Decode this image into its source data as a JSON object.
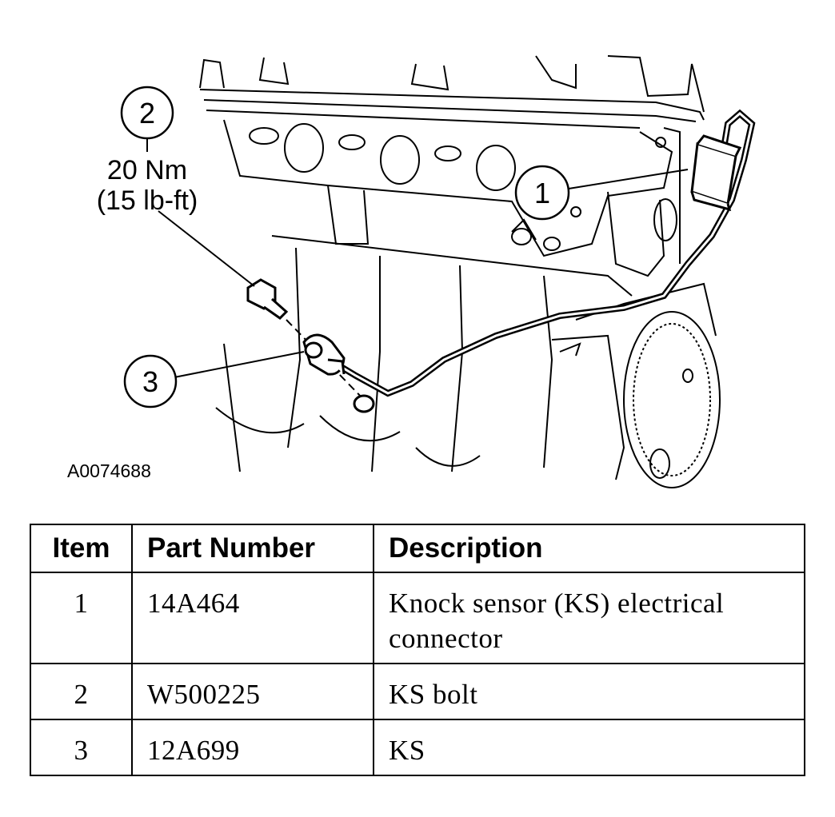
{
  "figure": {
    "id_label": "A0074688",
    "callouts": [
      {
        "number": "1"
      },
      {
        "number": "2",
        "torque_nm": "20 Nm",
        "torque_lbft": "(15 lb-ft)"
      },
      {
        "number": "3"
      }
    ]
  },
  "table": {
    "headers": {
      "item": "Item",
      "part_number": "Part Number",
      "description": "Description"
    },
    "rows": [
      {
        "item": "1",
        "part_number": "14A464",
        "description": "Knock sensor (KS) electrical connector"
      },
      {
        "item": "2",
        "part_number": "W500225",
        "description": "KS bolt"
      },
      {
        "item": "3",
        "part_number": "12A699",
        "description": "KS"
      }
    ]
  }
}
